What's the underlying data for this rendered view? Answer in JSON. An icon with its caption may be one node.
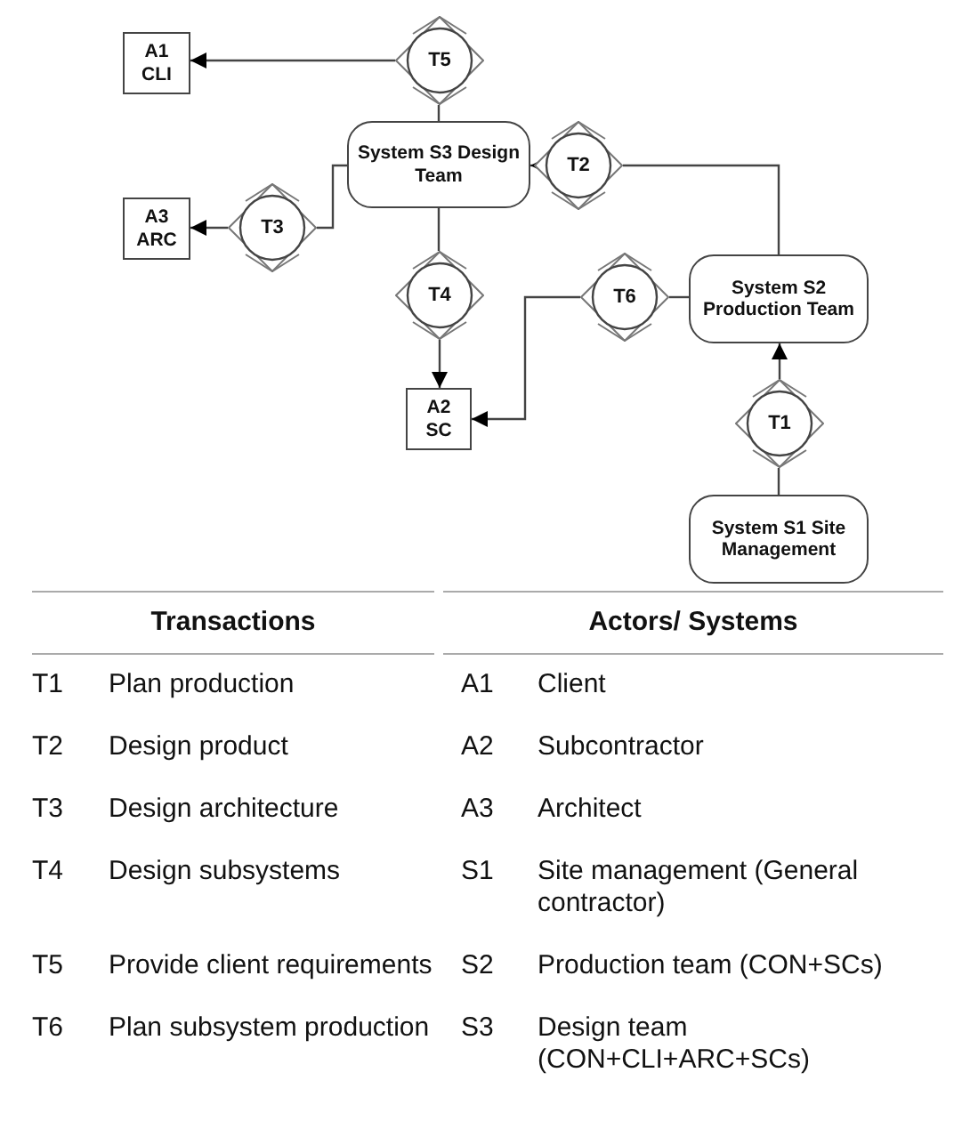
{
  "diagram": {
    "nodes": [
      {
        "text": [
          "A1 CLI"
        ]
      },
      {
        "text": [
          "T5"
        ]
      },
      {
        "text": [
          "System S3 Design Team"
        ]
      },
      {
        "text": [
          "T2"
        ]
      },
      {
        "text": [
          "A3 ARC"
        ]
      },
      {
        "text": [
          "T3"
        ]
      },
      {
        "text": [
          "T4"
        ]
      },
      {
        "text": [
          "T6"
        ]
      },
      {
        "text": [
          "System S2 Production Team"
        ]
      },
      {
        "text": [
          "A2 SC"
        ]
      },
      {
        "text": [
          "T1"
        ]
      },
      {
        "text": [
          "System S1 Site Management"
        ]
      }
    ],
    "edges": [
      {
        "from": 1,
        "to": 0,
        "arrow": "to"
      },
      {
        "from": 2,
        "to": 1,
        "arrow": "none"
      },
      {
        "from": 8,
        "to": 3,
        "arrow": "none"
      },
      {
        "from": 3,
        "to": 2,
        "arrow": "to"
      },
      {
        "from": 2,
        "to": 5,
        "arrow": "none"
      },
      {
        "from": 5,
        "to": 4,
        "arrow": "to"
      },
      {
        "from": 2,
        "to": 6,
        "arrow": "none"
      },
      {
        "from": 6,
        "to": 9,
        "arrow": "to"
      },
      {
        "from": 8,
        "to": 7,
        "arrow": "none"
      },
      {
        "from": 7,
        "to": 9,
        "arrow": "to"
      },
      {
        "from": 11,
        "to": 10,
        "arrow": "none"
      },
      {
        "from": 10,
        "to": 8,
        "arrow": "to"
      }
    ],
    "labels": [
      "Transactions",
      "Actors/ Systems",
      "T1",
      "Plan production",
      "A1",
      "Client",
      "T2",
      "Design product",
      "A2",
      "Subcontractor",
      "T3",
      "Design architecture",
      "A3",
      "Architect",
      "T4",
      "Design subsystems",
      "S1",
      "Site management (General contractor)",
      "T5",
      "Provide client requirements",
      "S2",
      "Production team (CON+SCs)",
      "T6",
      "Plan subsystem production",
      "S3",
      "Design team (CON+CLI+ARC+SCs)"
    ]
  }
}
